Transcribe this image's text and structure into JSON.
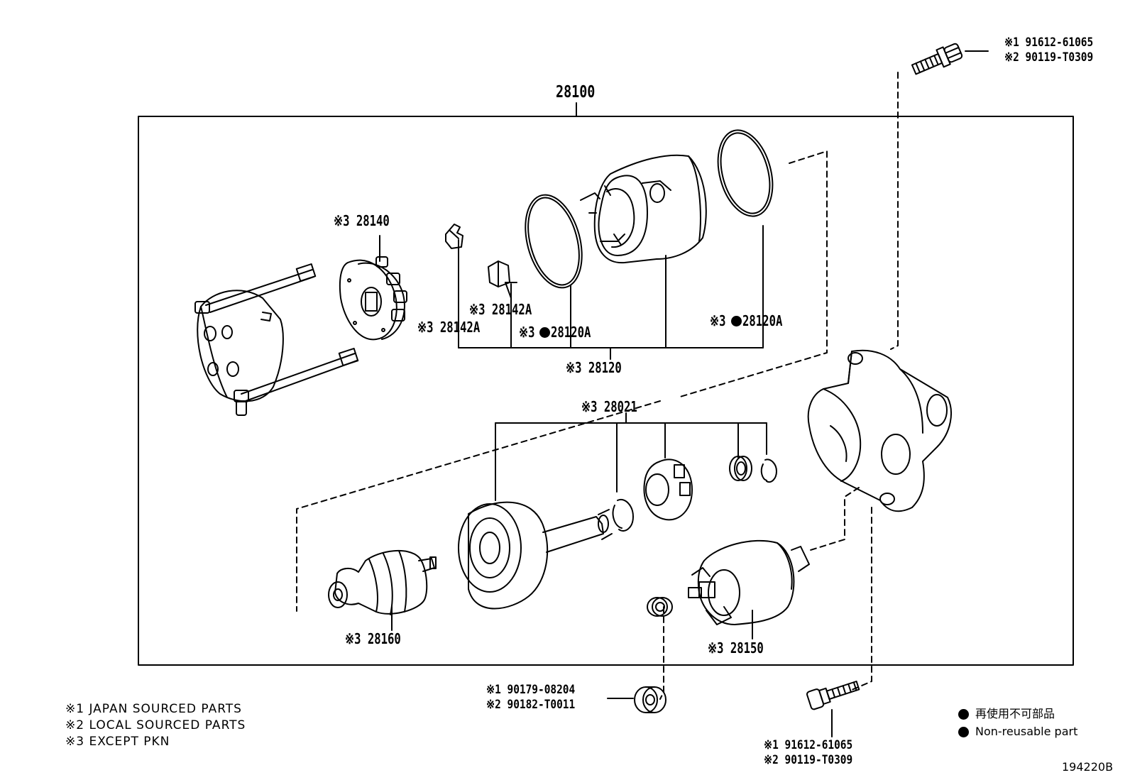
{
  "diagram": {
    "assembly_number": "28100",
    "figure_code": "194220B",
    "parts": {
      "p28140": "※3 28140",
      "p28142a_upper": "※3 28142A",
      "p28142a_lower": "※3 28142A",
      "p28120a_left_prefix": "※3",
      "p28120a_left_num": "28120A",
      "p28120a_right_prefix": "※3",
      "p28120a_right_num": "28120A",
      "p28120": "※3 28120",
      "p28021": "※3 28021",
      "p28160": "※3 28160",
      "p28150": "※3 28150"
    },
    "bolt_top": {
      "line1": "※1 91612-61065",
      "line2": "※2 90119-T0309"
    },
    "bolt_bottom": {
      "line1": "※1 91612-61065",
      "line2": "※2 90119-T0309"
    },
    "nut": {
      "line1": "※1 90179-08204",
      "line2": "※2 90182-T0011"
    },
    "notes": [
      "※1 JAPAN SOURCED PARTS",
      "※2 LOCAL SOURCED PARTS",
      "※3 EXCEPT  PKN"
    ],
    "legend": {
      "jp": "再使用不可部品",
      "en": "Non-reusable part"
    }
  }
}
